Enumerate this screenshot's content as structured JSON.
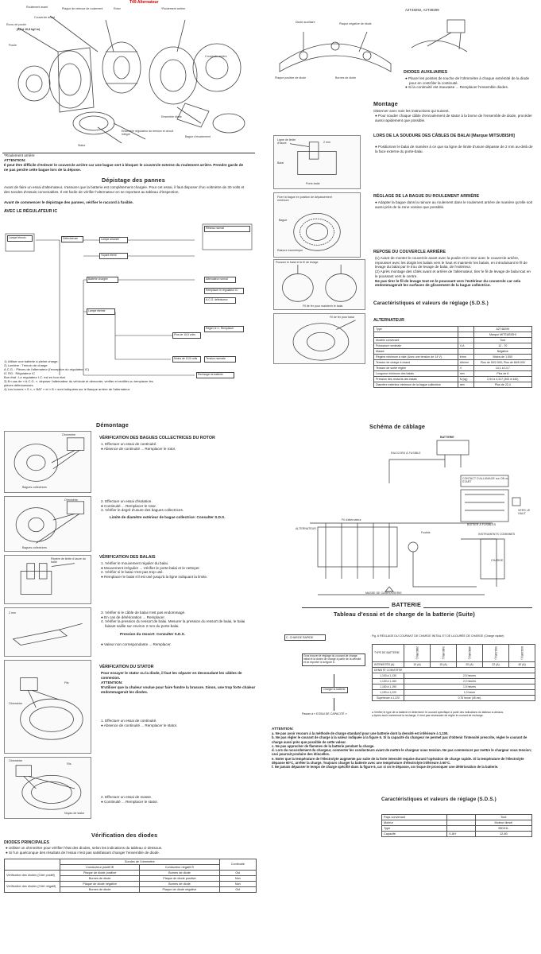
{
  "alt_title": "T49 Alternateur",
  "alt_labels": [
    "Roulement avant",
    "Plaque de retenue de roulement",
    "Couvercle avant",
    "Rotor",
    "*Roulement arrière",
    "Stator",
    "Couvercle arrière",
    "Ensemble diode",
    "Ensemble régulateur de tension et circuit intégré",
    "Poulie",
    "Écrou de poulie",
    "Bague d'écartement"
  ],
  "alt_torque": "(8,8 à 10,8 kgf·m)",
  "alt_note_star": "*Roulement arrière",
  "alt_attention_head": "ATTENTION:",
  "alt_attention": "Il peut être difficile d'enlever le couvercle arrière car une bague sert à bloquer le couvercle externe du roulement arrière. Prendre garde de ne pas perdre cette bague lors de la dépose.",
  "depistage_title": "Dépistage des pannes",
  "depistage_p1": "Avant de faire un essai d'alternateur, s'assurer que la batterie est complètement chargée. Pour cet essai, il faut disposer d'un voltmètre de 30 volts et des sondes d'essais convenables. Il est facile de vérifier l'alternateur en se reportant au tableau d'inspection.",
  "depistage_p2": "Avant de commencer le dépistage des pannes, vérifier le raccord à fusible.",
  "regulateur_title": "AVEC LE RÉGULATEUR IC",
  "flow_nodes": [
    "Lampe témoin",
    "Défectueuse",
    "Lampe allumée",
    "Voyant éteint",
    "Réseau normal",
    "Batterie chargée",
    "Alternateur normal",
    "Remplacer le régulateur IC",
    "A.C.G. défectueux",
    "Lampe éteinte",
    "Régler le C. Remplacer",
    "Plus de 15,5 volts",
    "Moins de 13,5 volts",
    "Tension normale",
    "Recharger la batterie"
  ],
  "notes_list": [
    "1)  Utiliser une batterie à pleine charge.",
    "2)  Lumière : Témoin de charge",
    "     A.C.G. : Pièces de l'alternateur (l'exception du régulateur IC)",
    "     IC RG : Régulateur IC",
    "     Bon état : Le régulateur I.C. est en bon état.",
    "3)  En cas de « A.C.G. », déposer l'alternateur du véhicule et démonter, vérifier et rectifier ou remplacer les pièces défectueuses.",
    "4)  Les bornes « S », « BAT » et « B » sont indiquées sur le flasque arrière de l'alternateur."
  ],
  "demontage_title": "Démontage",
  "verif_bagues_title": "VÉRIFICATION DES BAGUES COLLECTRICES DU ROTOR",
  "verif_bagues_items": [
    "1.  Effectuer un essai de continuité.",
    "●  Absence de continuité ... Remplacer le rotor."
  ],
  "verif_bagues_items2": [
    "2.  Effectuer un essai d'isolation.",
    "●  Continuité ... Remplacer le rotor.",
    "3.  Vérifier le degré d'usure des bagues collectrices."
  ],
  "verif_bagues_limit": "Limite de diamètre extérieur de bague collectrice: Consulter S.D.S.",
  "verif_balais_title": "VÉRIFICATION DES BALAIS",
  "verif_balais_items": [
    "1.  Vérifier le mouvement régulier du balai.",
    "●  Mouvement irrégulier ... Vérifier le porte-balai et le nettoyer.",
    "2.  Vérifier si le balai n'est pas trop usé.",
    "●  Remplacer le balai s'il est usé jusqu'à la ligne indiquant la limite."
  ],
  "verif_balais_items2": [
    "3.  Vérifier si le câble de balai n'est pas endommagé.",
    "●  En cas de détérioration ... Remplacer.",
    "4.  Vérifier la pression du ressort de balai. Mesurer la pression du ressort de balai, le balai faisant saillie sur environ 2 mm du porte-balai."
  ],
  "verif_balais_pression": "Pression du ressort: Consulter S.D.S.",
  "verif_balais_last": "●  Valeur non correspondante ... Remplacer.",
  "verif_stator_title": "VÉRIFICATION DU STATOR",
  "verif_stator_p": "Pour essayer le stator ou la diode, il faut les séparer en dessoudant les câbles de connexion.",
  "verif_stator_att": "ATTENTION:",
  "verif_stator_att_p": "N'utiliser que la chaleur voulue pour faire fondre la brasure. Sinon, une trop forte chaleur endommagerait les diodes.",
  "verif_stator_items": [
    "1.  Effectuer un essai de continuité.",
    "●  Absence de continuité ... Remplacer le stator."
  ],
  "verif_stator_items2": [
    "2.  Effectuer un essai de masse.",
    "●  Continuité ... Remplacer le stator."
  ],
  "fig_labels": [
    "Ohmmètre",
    "Bagues collectrices",
    "Ohmmètre",
    "Bagues collectrices",
    "Repère de limite d'usure du balai",
    "2 mm",
    "Ohmmètre",
    "Fils",
    "Ohmmètre",
    "Fils",
    "Noyau de stator",
    "Ohmmètre"
  ],
  "diodes_title": "Vérification des diodes",
  "diodes_principales": "DIODES PRINCIPALES",
  "diodes_items": [
    "●  Utiliser un ohmmètre pour vérifier l'état des diodes, selon les indications du tableau ci-dessous.",
    "●  Si l'un quelconque des résultats de l'essai n'est pas satisfaisant changer l'ensemble de diode."
  ],
  "diode_table_head": [
    "",
    "Sondes de l'ohmmètre",
    "",
    "Continuité"
  ],
  "diode_table_sub": [
    "Conducteur positif ⊕",
    "Conducteur négatif ⊖"
  ],
  "diode_table_rows": [
    [
      "Vérification des diodes (Côté positif)",
      "Plaque de diode positive",
      "Bornes de diode",
      "Oui"
    ],
    [
      "",
      "Bornes de diode",
      "Plaque de diode positive",
      "Non"
    ],
    [
      "Vérification des diodes (Côté négatif)",
      "Plaque de diode négative",
      "Bornes de diode",
      "Non"
    ],
    [
      "",
      "Bornes de diode",
      "Plaque de diode négative",
      "Oui"
    ]
  ],
  "diodes_aux_ref": "A2T48292, A2T48299",
  "diodes_aux_fig_labels": [
    "Diode auxiliaire",
    "Plaque négative de diode",
    "Plaque positive de diode",
    "Bornes de diode"
  ],
  "diodes_aux_title": "DIODES AUXILIAIRES",
  "diodes_aux_items": [
    "●  Placer les pointes de touche de l'ohmmètre à chaque extrémité de la diode pour en contrôler la continuité.",
    "●  Si la continuité est mauvaise ... Remplacer l'ensemble diodes."
  ],
  "montage_title": "Montage",
  "montage_p": "Observer avec soin les instructions qui suivent.",
  "montage_item": "●  Pour souder chaque câble d'enroulement de stator à la borne de l'ensemble de diode, procéder aussi rapidement que possible.",
  "soudure_title": "LORS DE LA SOUDURE DES CÂBLES DE BALAI [Marque MITSUBISHI]",
  "soudure_item": "●  Positionner le balai de manière à ce que sa ligne de limite d'usure dépasse de 2 mm au-delà de la face externe du porte-balai.",
  "soudure_fig_labels": [
    "Ligne de limite d'usure",
    "2 mm",
    "Balai",
    "Porte-balai"
  ],
  "reglage_title": "RÉGLAGE DE LA BAGUE DU ROULEMENT ARRIÈRE",
  "reglage_item": "●  Adapter la bague dans la rainure au roulement dans le roulement arrière de manière qu'elle soit aussi près de la zone voisine que possible.",
  "reglage_fig_labels": [
    "Fixer la bague en position de dépassement minimum",
    "Bague",
    "Rainure excentrique"
  ],
  "repose_title": "REPOSE DU COUVERCLE ARRIÈRE",
  "repose_items": [
    "(1)  Avant de monter le couvercle avant avec la poulie et le rotor avec le couvercle arrière, repousser avec les doigts les balais vers le haut et maintenir les balais, en introduisant le fil de levage du balai par le trou de levage de balai, de l'extérieur.",
    "(2)  Après montage des côtés avant et arrière de l'alternateur, tirer le fil de levage de balai tout en le poussant vers le centre."
  ],
  "repose_bold": "Ne pas tirer le fil de levage tout en le poussant vers l'extérieur du couvercle car cela endommagerait les surfaces de glissement de la bague collectrice.",
  "repose_fig_labels": [
    "Pousser le balai et le fil de levage",
    "Fil de fer pour maintenir le balai",
    "Fil de fer pour balai"
  ],
  "carac_title": "Caractéristiques et valeurs de réglage (S.D.S.)",
  "alternateur_label": "ALTERNATEUR",
  "alt_table": [
    [
      "Type",
      "",
      "A2T48299"
    ],
    [
      "",
      "",
      "Marque MITSUBISHI"
    ],
    [
      "Modèle convenant",
      "",
      "Tout"
    ],
    [
      "Puissance nominale",
      "V-A",
      "12 - 70"
    ],
    [
      "Masse",
      "",
      "Négative"
    ],
    [
      "Régime minimum à vide (Avec une tension de 14 V)",
      "tr/mn",
      "Moins de 1.000"
    ],
    [
      "Tension de charge à chaud",
      "A/tr/mn",
      "Plus de 50/2.500; Plus de 66/5.000"
    ],
    [
      "Tension de sortie réglée",
      "V",
      "14,1 à 14,7"
    ],
    [
      "Longueur minimum des balais",
      "mm",
      "Plus de 6"
    ],
    [
      "Pression des ressorts des balais",
      "N (kg)",
      "2,94 à 4,317 (300 à 440)"
    ],
    [
      "Diamètre extérieur minimum de la bague collectrice",
      "mm",
      "Plus de 22,4"
    ]
  ],
  "schema_title": "Schéma de câblage",
  "schema_labels": [
    "BATTERIE",
    "RACCORD À FUSIBLE",
    "CONTACT D'ALLUMAGE sur ON ou START",
    "BOÎTIER À FUSIBLES",
    "VERS LE HAUT",
    "INSTRUMENTS COMBINÉS",
    "CHARGE",
    "MASSE DE CARROSSERIE",
    "ALTERNATEUR",
    "Fusible",
    "Fil d'alternateur"
  ],
  "batterie_title": "BATTERIE",
  "tableau_title": "Tableau d'essai et de charge de la batterie (Suite)",
  "charge_rapide": "C. CHARGE RAPIDE",
  "flow_charge_box1": "Gros trouver le réglage du courant de charge initial et la durée de charge à partir de la densité et se reporter à la figure 6.",
  "flow_charge_box2": "Charger la batterie.",
  "flow_charge_box3": "Passer à « ESSAI DE CAPACITÉ ».",
  "fig6_caption": "Fig. 6 RÉGLAGE DU COURANT DE CHARGE INITIAL ET DE LA DURÉE DE CHARGE (Charge rapide)",
  "fig6_head": [
    "TYPE DE BATTERIE",
    "INTENSITÉS (A)",
    "DENSITÉ CONVERTIE"
  ],
  "fig6_types": [
    "28B19R(L)",
    "34B19R(L)",
    "46B24R(L)",
    "55D23R(L)",
    "80D26R(L)"
  ],
  "fig6_amps": [
    "10 (A)",
    "15 (A)",
    "20 (A)",
    "22 (A)",
    "40 (A)"
  ],
  "fig6_rows": [
    [
      "1,100 à 1,130",
      "2,5 heures"
    ],
    [
      "1,130 à 1,160",
      "2,0 heures"
    ],
    [
      "1,160 à 1,190",
      "1,5 heures"
    ],
    [
      "1,190 à 1,220",
      "1,0 heure"
    ],
    [
      "Supérieure à 1,220",
      "0,75 heure (45 mn)"
    ]
  ],
  "fig6_notes": [
    "●  Vérifier le type de la batterie et déterminer le courant spécifique à partir des indications du tableau ci-dessus.",
    "●  Après avoir commencé la recharge, il n'est pas nécessaire de régler le courant de recharge."
  ],
  "batt_attention": "ATTENTION:",
  "batt_att_items": [
    "a.  Ne pas avoir recours à la méthode de charge standard pour une batterie dont la densité est inférieure à 1,100.",
    "b.  Ne pas régler le courant de charge à la valeur indiquée à la figure 6. Si la capacité du chargeur ne permet pas d'obtenir l'intensité prescrite, régler le courant de charge aussi près que possible de cette valeur.",
    "c.  Ne pas approcher de flammes de la batterie pendant la charge.",
    "d.  Lors du raccordement du chargeur, connecter les conducteurs avant de mettre le chargeur sous tension. Ne pas commencer par mettre le chargeur sous tension; ceci pourrait produire des étincelles.",
    "e.  Noter que la température de l'électrolyte augmente par suite de la forte intensité requise durant l'opération de charge rapide. Si la température de l'électrolyte dépasse 60°C, arrêter la charge. Toujours charger la batterie avec une température d'électrolyte inférieure à 60°C.",
    "f.  Ne jamais dépasser le temps de charge spécifié dans la figure 6, car si on le dépasse, on risque de provoquer une détérioration de la batterie."
  ],
  "carac2_title": "Caractéristiques et valeurs de réglage (S.D.S.)",
  "batt_table": [
    [
      "Pays convenant",
      "",
      "Tout"
    ],
    [
      "Moteur",
      "",
      "Moteur diesel"
    ],
    [
      "Type",
      "",
      "95D31L"
    ],
    [
      "Capacité",
      "V-AH",
      "12-80"
    ]
  ]
}
